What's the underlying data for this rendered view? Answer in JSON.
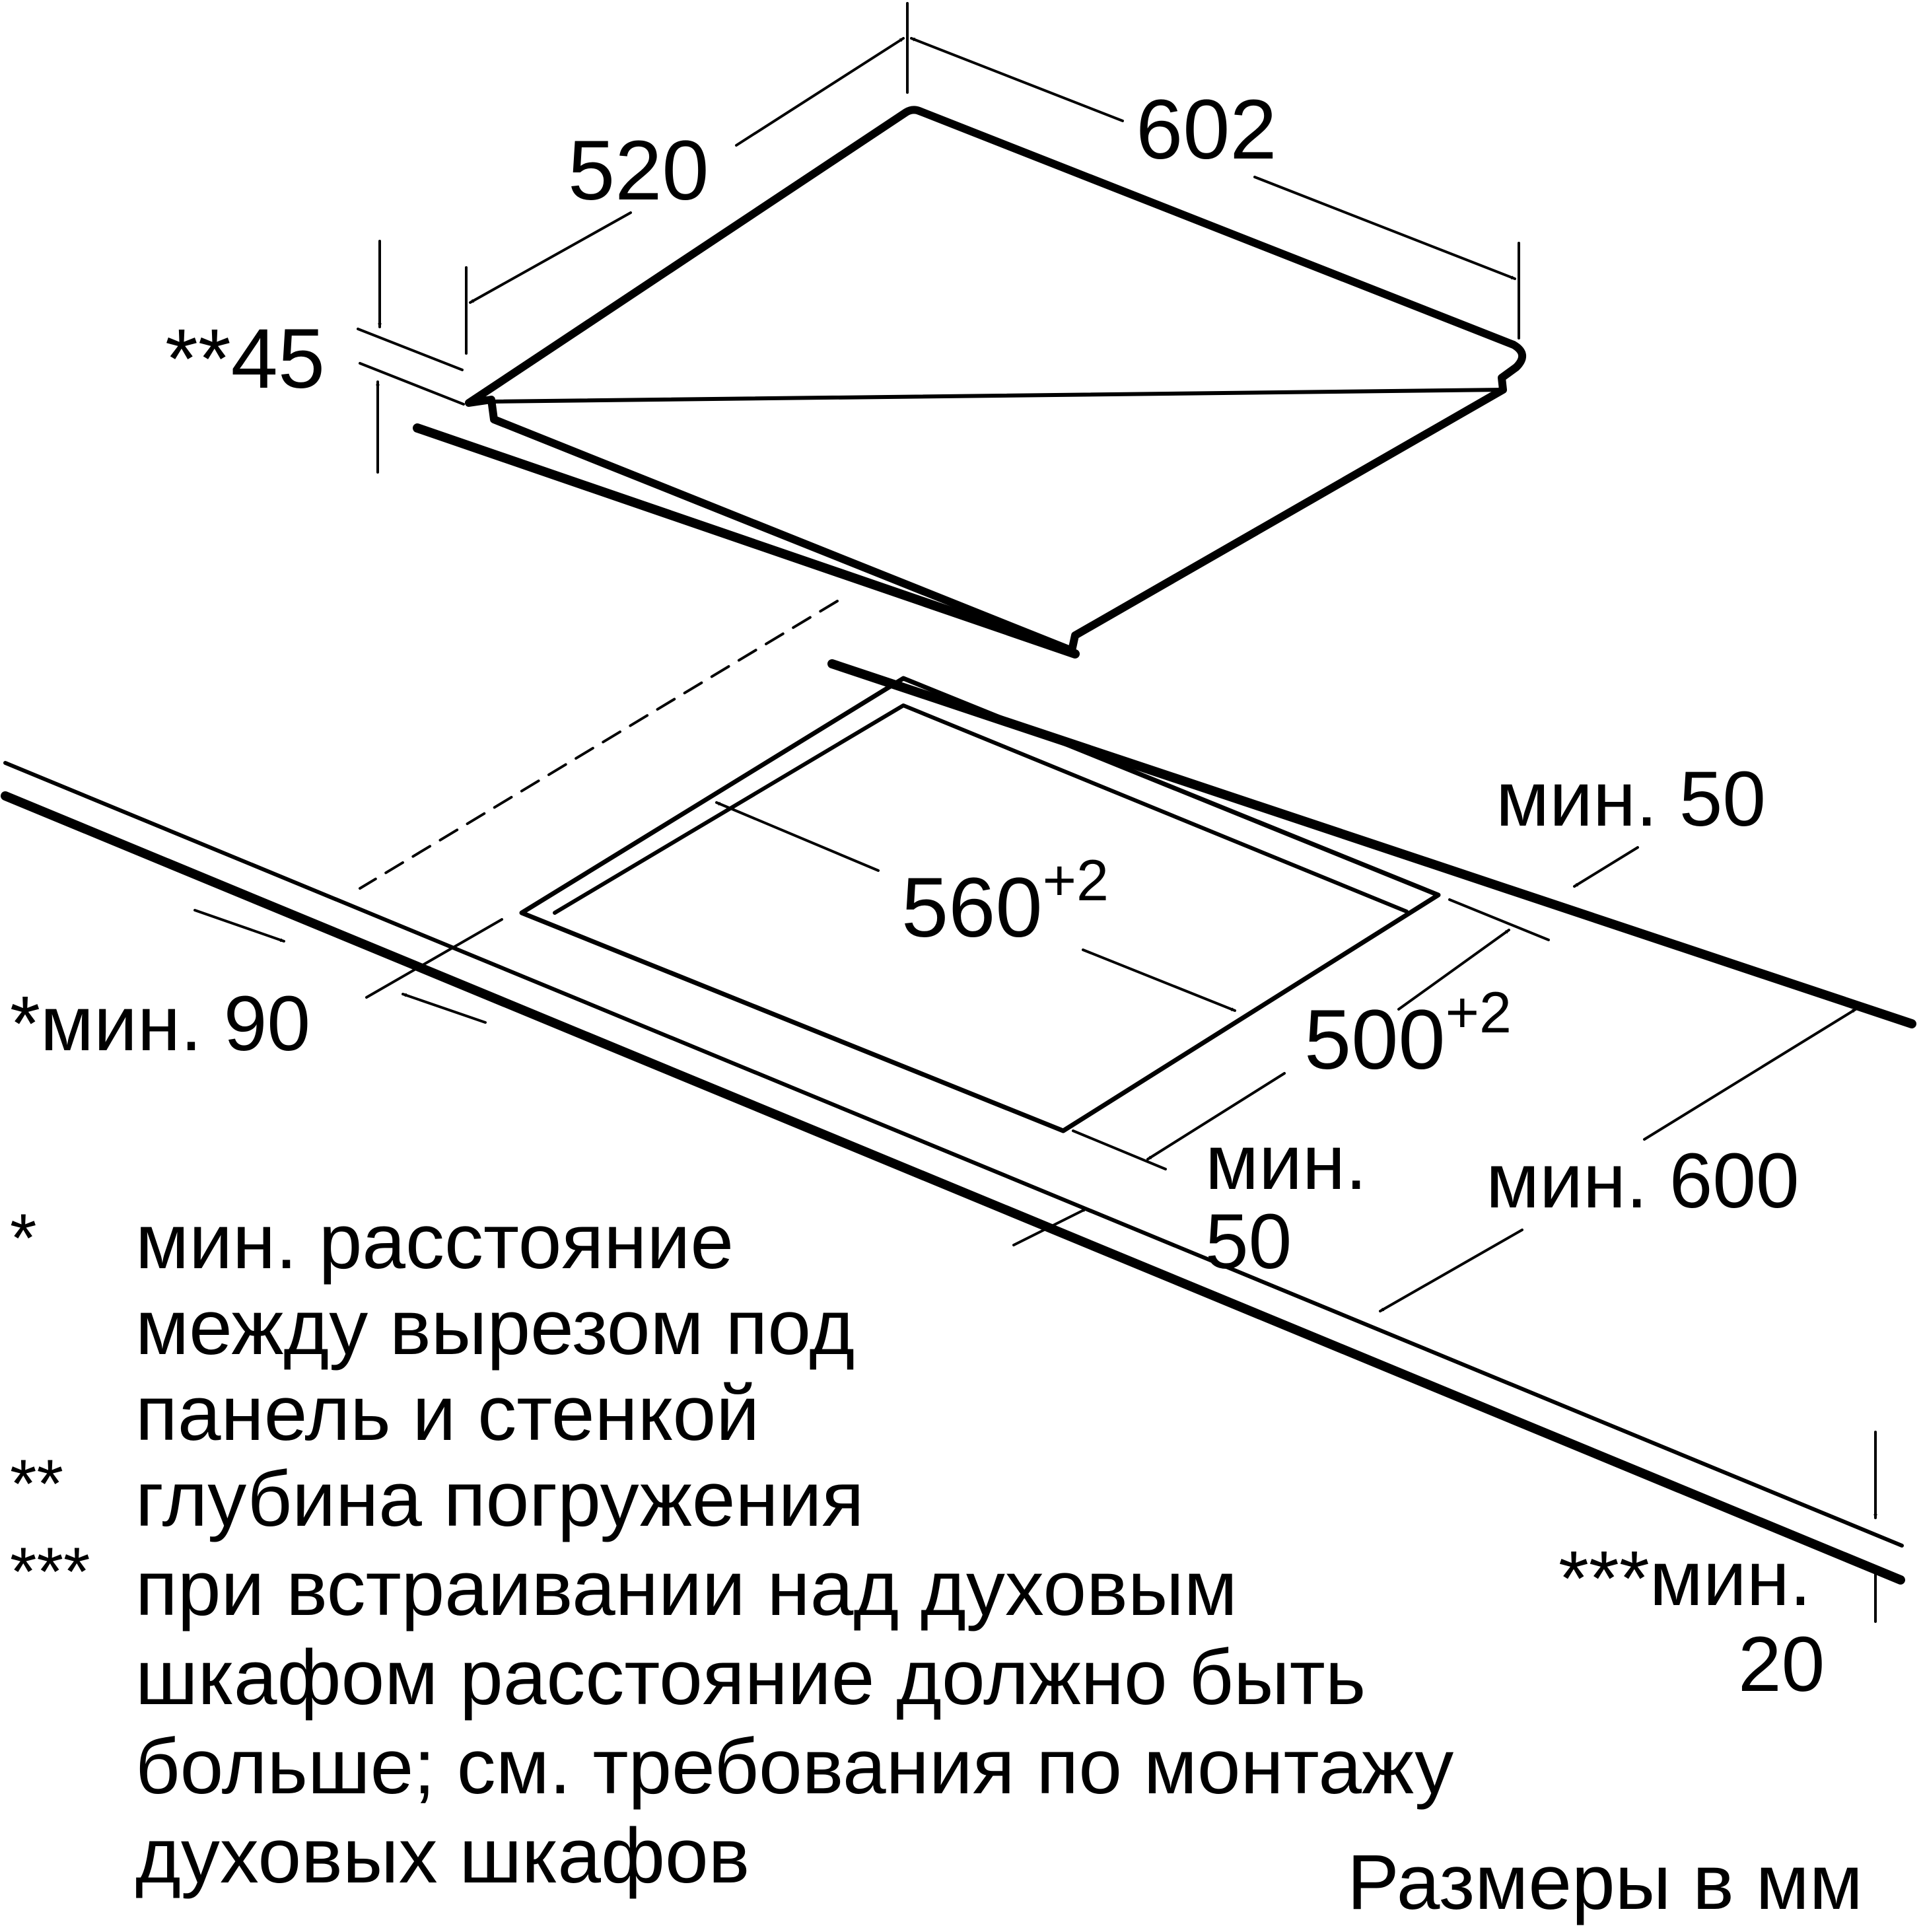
{
  "dimensions": {
    "depth": "520",
    "width": "602",
    "immersion": "**45",
    "cutout_width": "560",
    "cutout_width_tol": "+2",
    "cutout_depth": "500",
    "cutout_depth_tol": "+2",
    "min_back": "мин. 50",
    "min_side": "*мин. 90",
    "min_front_1": "мин.",
    "min_front_2": "50",
    "min_worktop": "мин. 600",
    "min_thickness_1": "***мин.",
    "min_thickness_2": "20"
  },
  "notes": [
    {
      "mark": "*",
      "lines": [
        "мин. расстояние",
        "между вырезом под",
        "панель и стенкой"
      ]
    },
    {
      "mark": "**",
      "lines": [
        "глубина погружения"
      ]
    },
    {
      "mark": "***",
      "lines": [
        "при встраивании над духовым",
        "шкафом расстояние должно быть",
        "больше; см. требования по монтажу",
        "духовых шкафов"
      ]
    }
  ],
  "units_label": "Размеры в мм",
  "colors": {
    "line": "#000000",
    "background": "#ffffff"
  }
}
